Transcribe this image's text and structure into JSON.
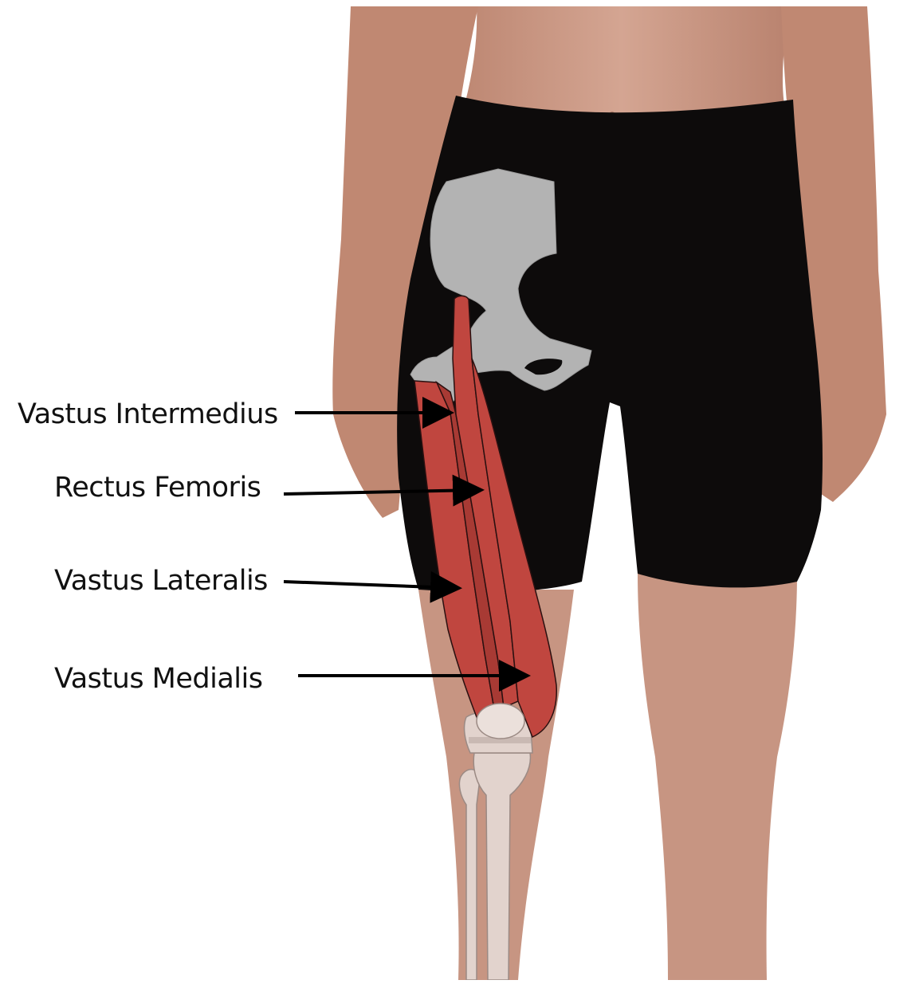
{
  "labels": {
    "vastus_intermedius": "Vastus Intermedius",
    "rectus_femoris": "Rectus Femoris",
    "vastus_lateralis": "Vastus Lateralis",
    "vastus_medialis": "Vastus Medialis"
  },
  "colors": {
    "background": "#ffffff",
    "skin": "#c99a85",
    "shorts": "#0d0b0b",
    "pelvis_bone": "#b3b3b3",
    "muscle": "#c0463f",
    "leg_bone": "#e2d3cd",
    "arrow": "#000000"
  }
}
